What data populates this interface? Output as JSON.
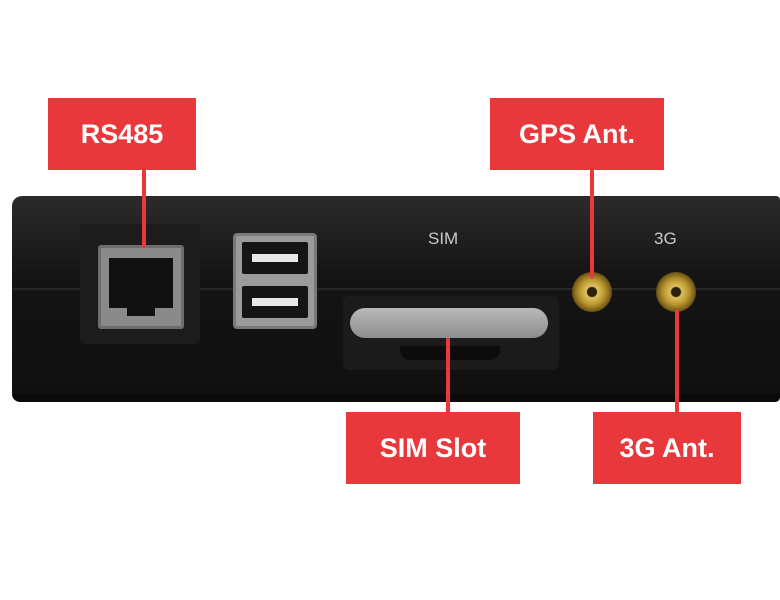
{
  "device": {
    "panel_labels": {
      "sim": "SIM",
      "three_g": "3G"
    }
  },
  "callouts": {
    "rs485": "RS485",
    "gps_ant": "GPS Ant.",
    "sim_slot": "SIM Slot",
    "three_g_ant": "3G Ant."
  },
  "colors": {
    "callout": "#e8383c",
    "device_body": "#141414",
    "background": "#ffffff"
  }
}
